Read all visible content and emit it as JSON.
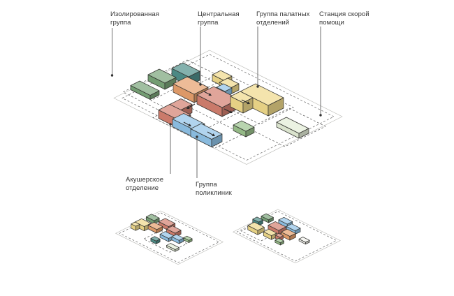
{
  "page": {
    "background": "#ffffff"
  },
  "labels": {
    "isolated_group": "Изолированная группа",
    "central_group": "Центральная группа",
    "ward_group": "Группа палатных отделений",
    "ambulance_station": "Станция скорой помощи",
    "obstetric_unit": "Акушерское отделение",
    "polyclinic_group": "Группа поликлиник"
  },
  "colors": {
    "teal": "#4f8f8a",
    "green": "#79a478",
    "green2": "#9ac18c",
    "orange": "#e59e6b",
    "red": "#d27f6e",
    "yellow": "#efd98a",
    "blue": "#8fc2e6",
    "pale": "#e3ecd6",
    "white": "#f2f2ec",
    "outline": "#32322f",
    "leader": "#4a4a4a",
    "site_line": "#b8b8b4",
    "zone_dash": "#666666"
  }
}
